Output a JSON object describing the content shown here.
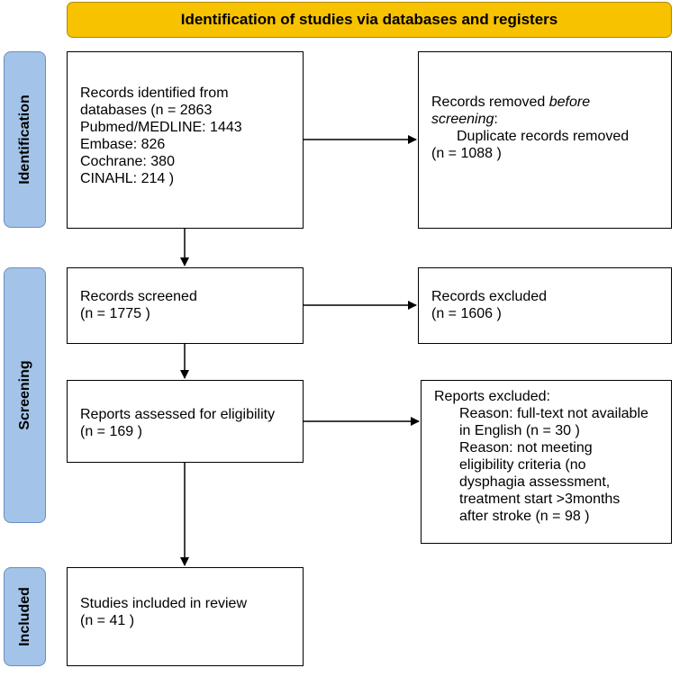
{
  "banner": "Identification of studies via databases and registers",
  "phases": {
    "identification": "Identification",
    "screening": "Screening",
    "included": "Included"
  },
  "records_identified": {
    "l1": "Records identified from",
    "l2": "databases (n = 2863",
    "l3": "Pubmed/MEDLINE: 1443",
    "l4": "Embase: 826",
    "l5": "Cochrane: 380",
    "l6": "CINAHL: 214 )"
  },
  "records_removed": {
    "l1a": "Records removed ",
    "l1b": "before",
    "l2a": "screening",
    "l2b": ":",
    "l3": "Duplicate records removed",
    "l4": "(n = 1088 )"
  },
  "records_screened": {
    "l1": "Records screened",
    "l2": "(n = 1775 )"
  },
  "records_excluded": {
    "l1": "Records excluded",
    "l2": "(n = 1606 )"
  },
  "reports_assessed": {
    "l1": "Reports assessed for eligibility",
    "l2": "(n = 169 )"
  },
  "reports_excluded": {
    "l1": "Reports excluded:",
    "l2": "Reason: full-text not available",
    "l3": "in English (n = 30 )",
    "l4": "Reason: not meeting",
    "l5": "eligibility criteria (no",
    "l6": "dysphagia assessment,",
    "l7": "treatment start >3months",
    "l8": "after stroke (n = 98 )"
  },
  "studies_included": {
    "l1": "Studies included in review",
    "l2": "(n = 41 )"
  }
}
